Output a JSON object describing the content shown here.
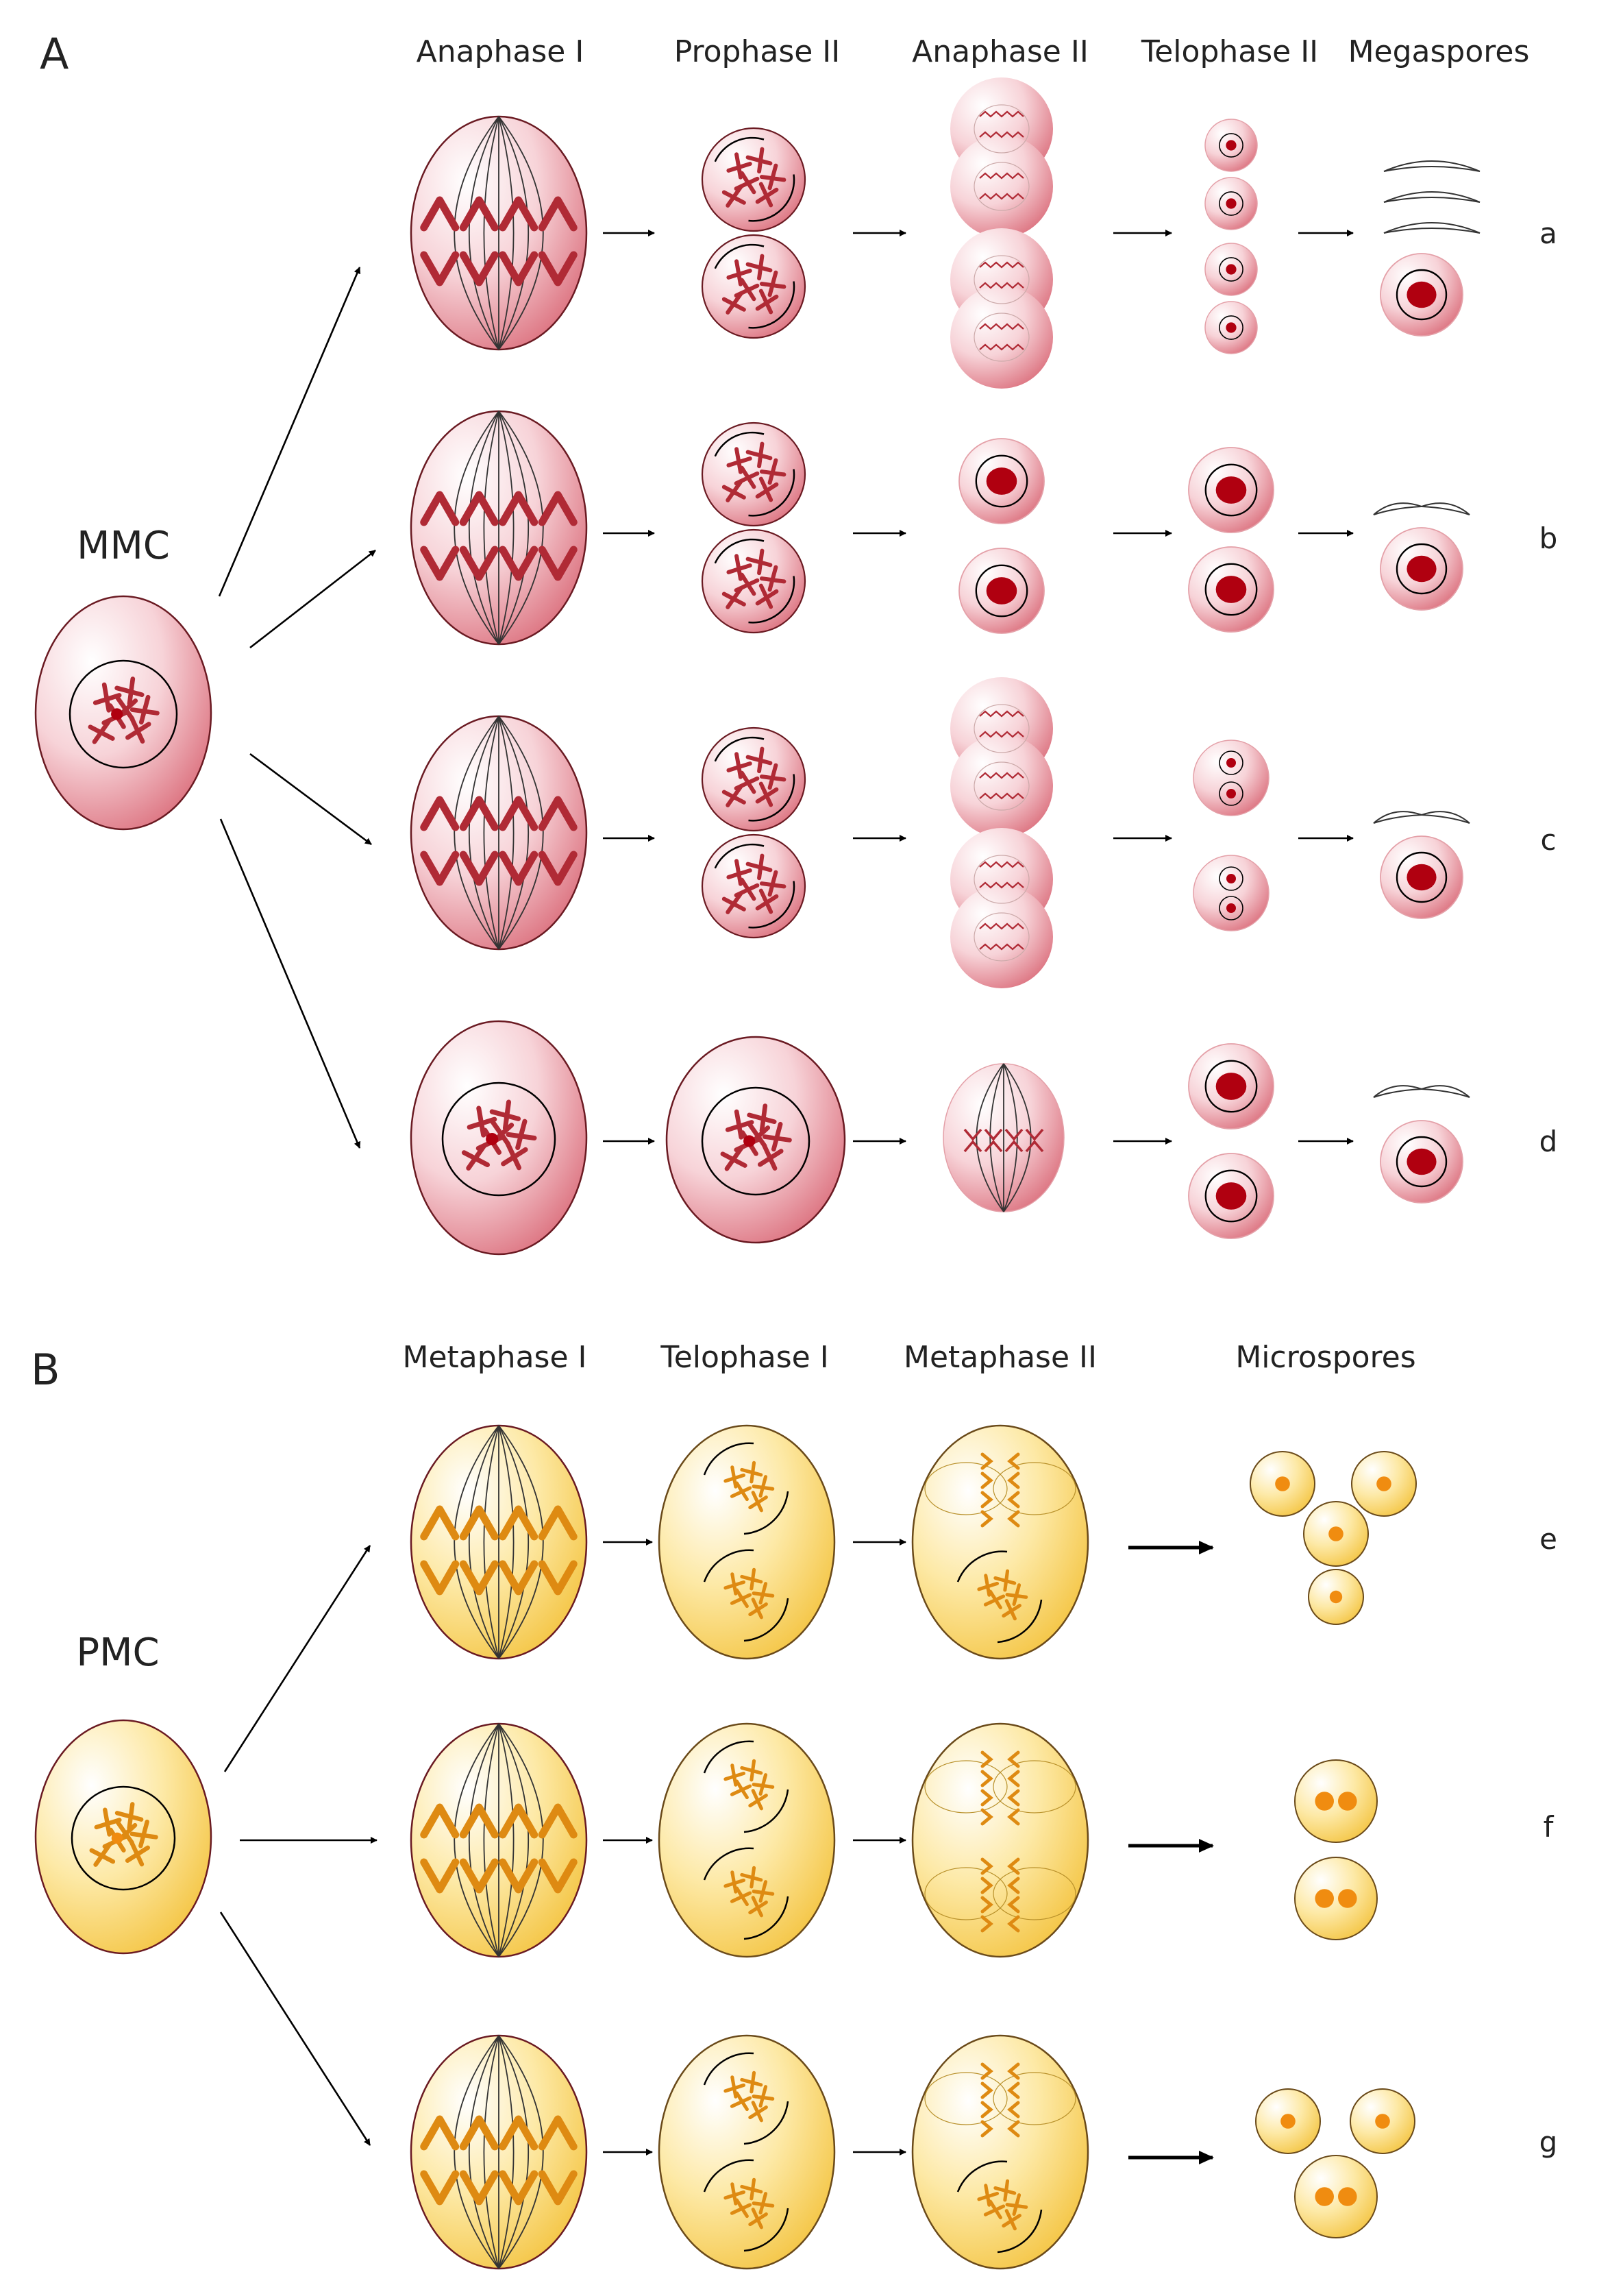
{
  "panel_a": {
    "letter": "A",
    "stages": [
      "Anaphase I",
      "Prophase II",
      "Anaphase II",
      "Telophase II",
      "Megaspores"
    ],
    "source": "MMC",
    "rows": [
      {
        "label": "a"
      },
      {
        "label": "b"
      },
      {
        "label": "c"
      },
      {
        "label": "d"
      }
    ]
  },
  "panel_b": {
    "letter": "B",
    "stages": [
      "Metaphase I",
      "Telophase I",
      "Metaphase II",
      "Microspores"
    ],
    "source": "PMC",
    "rows": [
      {
        "label": "e"
      },
      {
        "label": "f"
      },
      {
        "label": "g"
      }
    ]
  },
  "colors": {
    "megasporocyte_fill": "#e58a95",
    "megasporocyte_chromosome": "#b02a35",
    "megaspore_nucleus": "#b00010",
    "microsporocyte_fill": "#f6cd4f",
    "microsporocyte_chromosome": "#de8a12",
    "microspore_nucleus": "#f08c10",
    "outline": "#000000"
  }
}
